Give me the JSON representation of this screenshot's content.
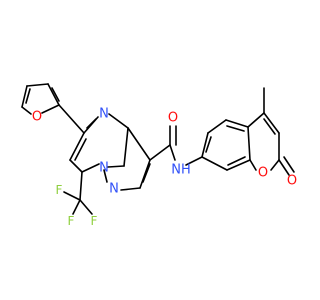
{
  "molecule": {
    "atoms": {
      "furan_o": "O",
      "pyrimidine_n": "N",
      "bridge_n": "N",
      "pyrazole_n": "N",
      "fluorine_1": "F",
      "fluorine_2": "F",
      "fluorine_3": "F",
      "amide_o": "O",
      "amide_nh": "NH",
      "ring_o": "O",
      "carbonyl_o": "O"
    },
    "colors": {
      "oxygen": "#ff0d0d",
      "nitrogen": "#3050f8",
      "fluorine": "#8fcf3f",
      "bond": "#000000"
    }
  }
}
